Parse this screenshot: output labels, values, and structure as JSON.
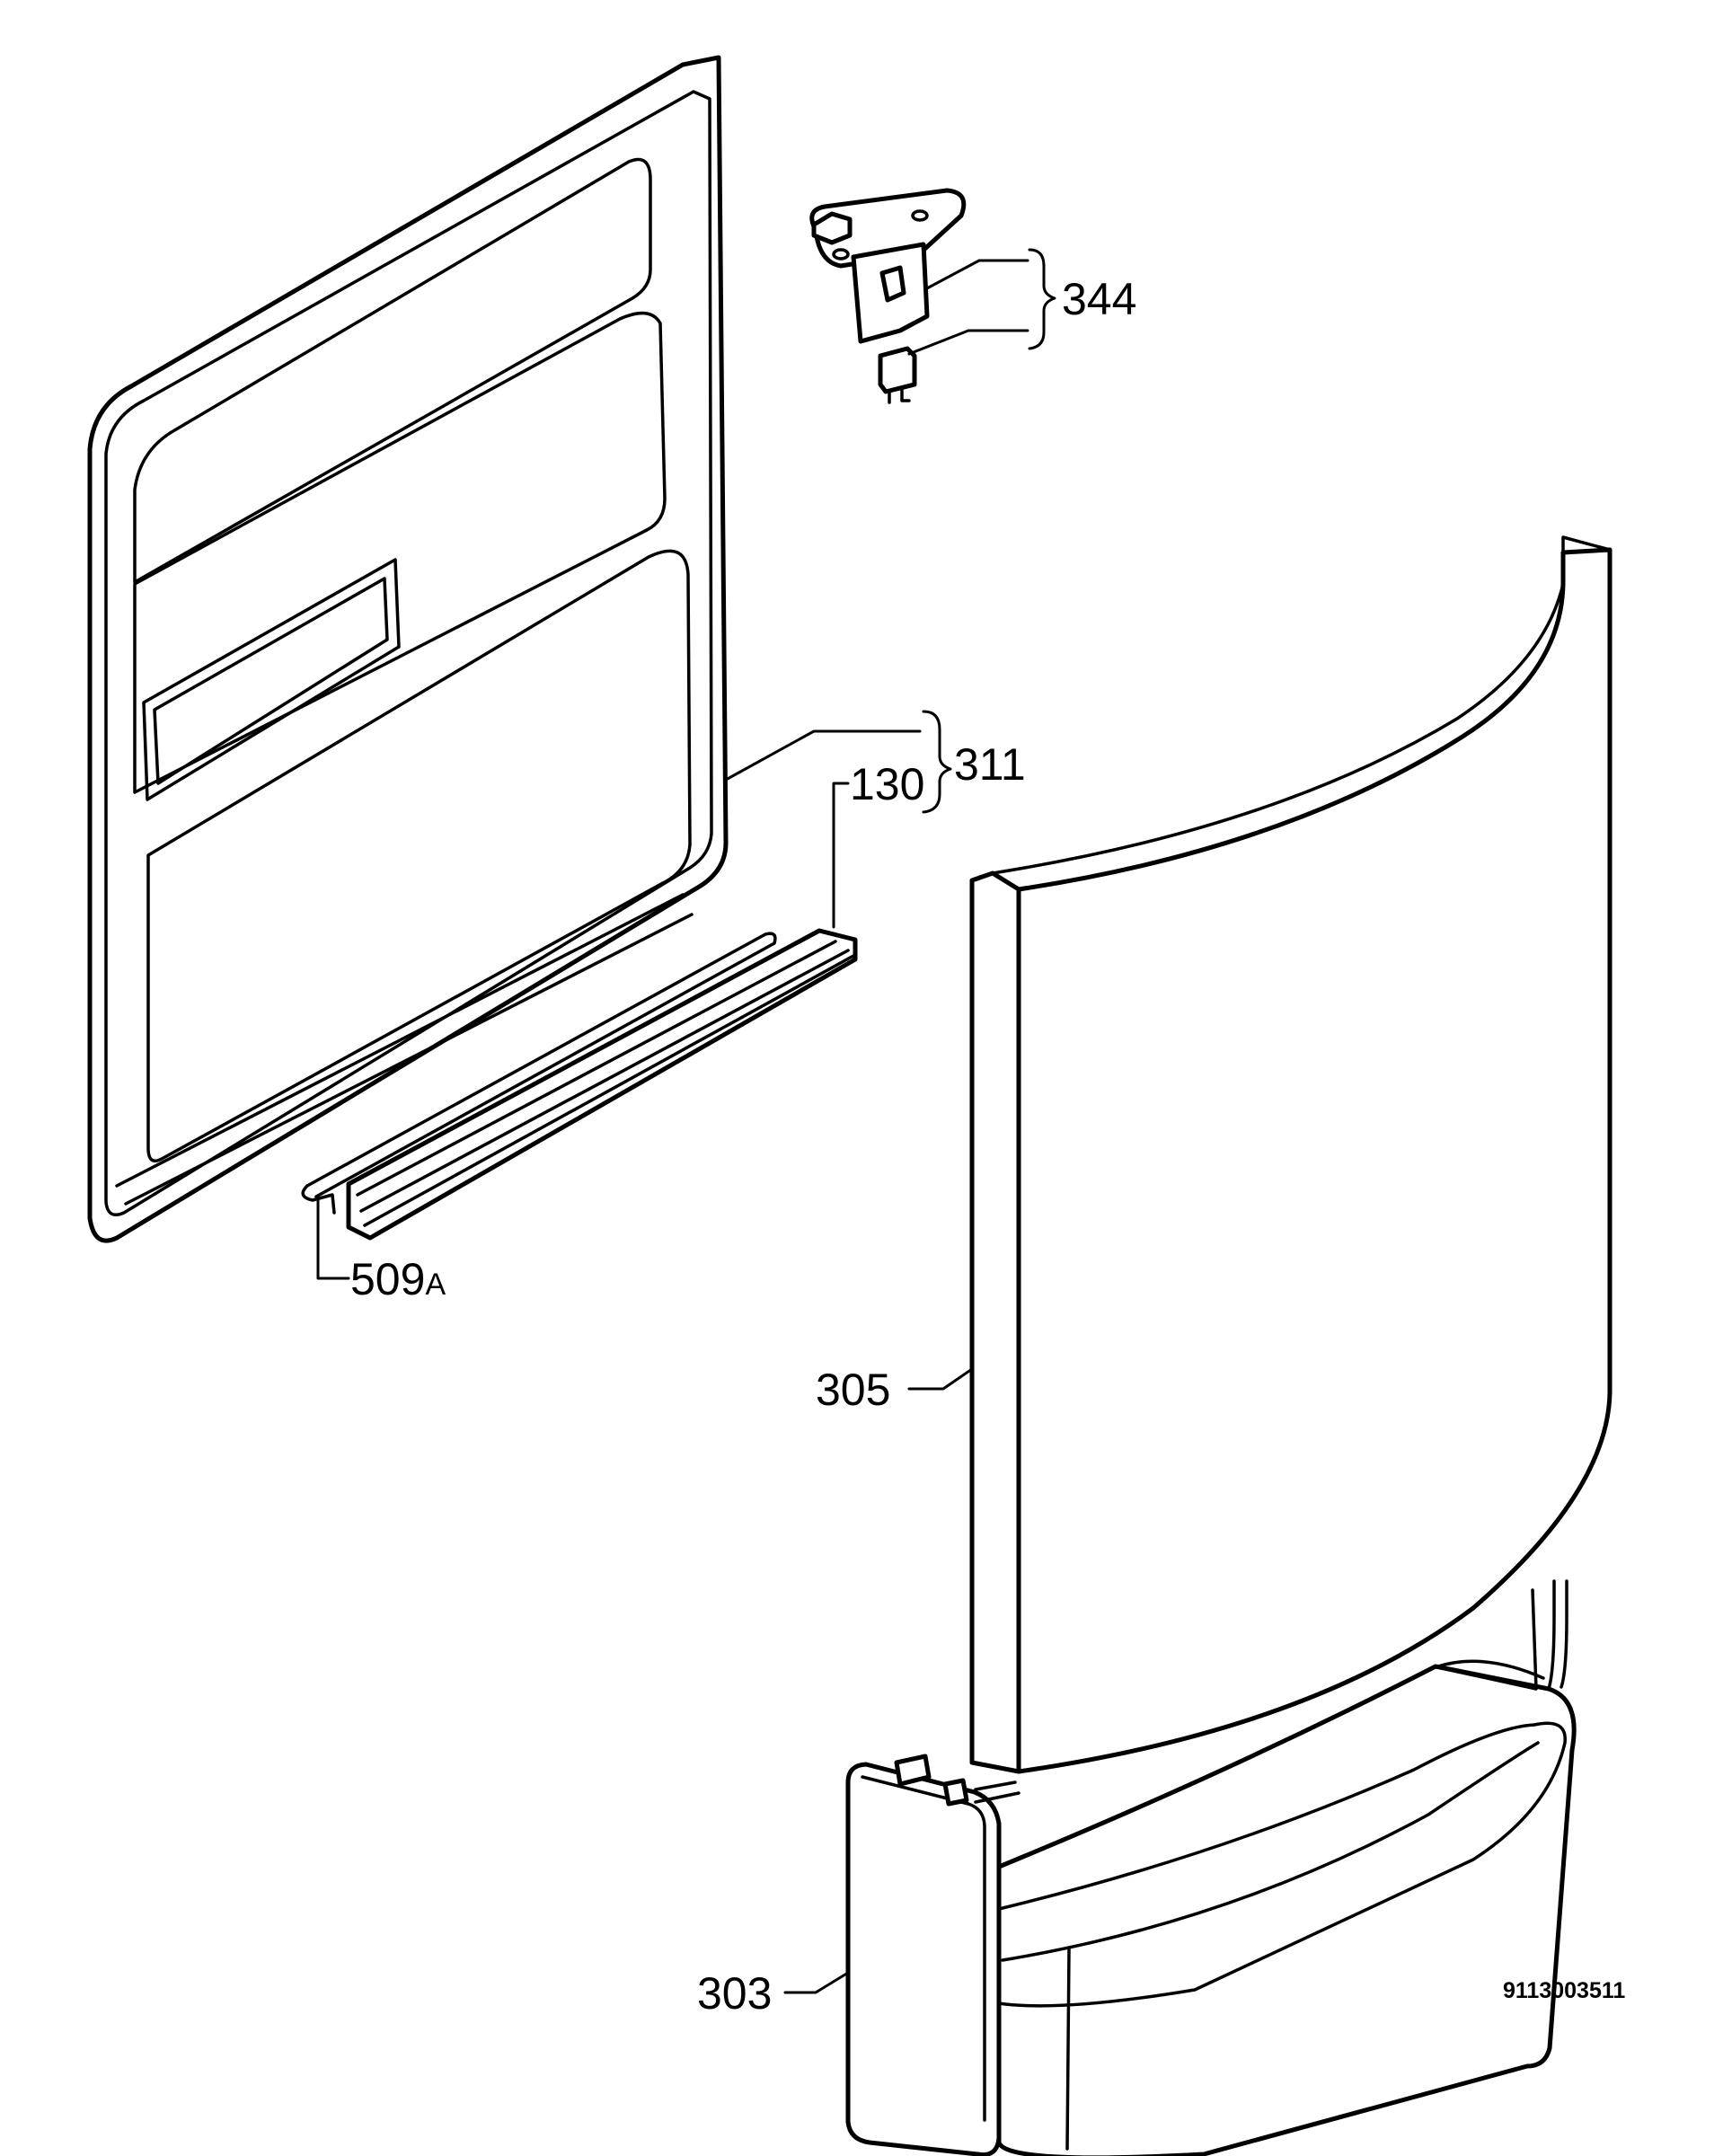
{
  "parts": [
    {
      "id": "door-inner-panel",
      "label": "311"
    },
    {
      "id": "door-seal",
      "label": "130"
    },
    {
      "id": "seal-retainer",
      "label": "509",
      "suffix": "A"
    },
    {
      "id": "door-lock",
      "label": "344"
    },
    {
      "id": "front-door-panel",
      "label": "305"
    },
    {
      "id": "door-bottom-trim",
      "label": "303"
    }
  ],
  "document_number": "9113003511"
}
